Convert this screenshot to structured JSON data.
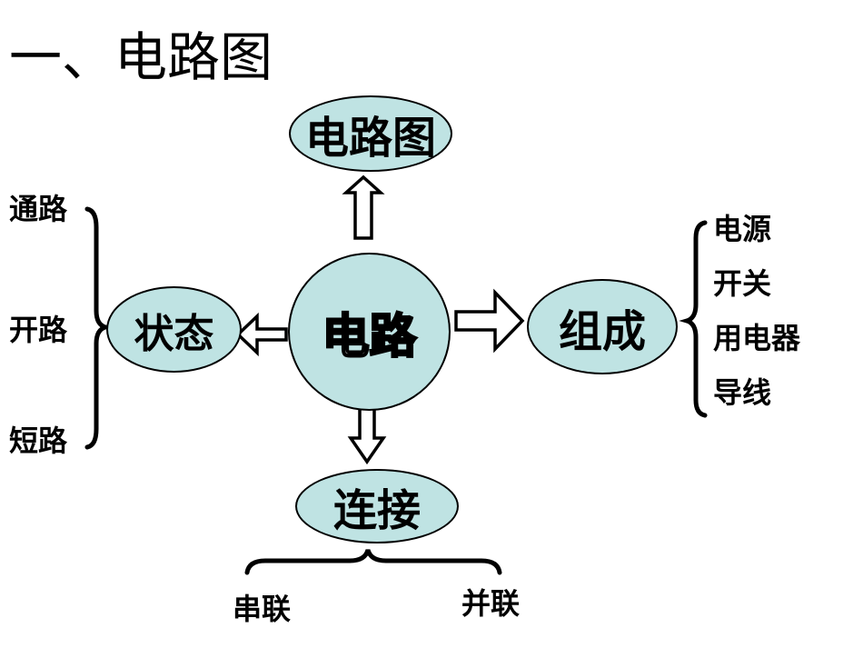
{
  "title": "一、电路图",
  "center": {
    "label": "电路"
  },
  "top": {
    "label": "电路图"
  },
  "left": {
    "label": "状态",
    "items": [
      "通路",
      "开路",
      "短路"
    ]
  },
  "right": {
    "label": "组成",
    "items": [
      "电源",
      "开关",
      "用电器",
      "导线"
    ]
  },
  "bottom": {
    "label": "连接",
    "items": [
      "串联",
      "并联"
    ]
  },
  "colors": {
    "node_fill": "#bfe3e3",
    "stroke": "#000000"
  }
}
